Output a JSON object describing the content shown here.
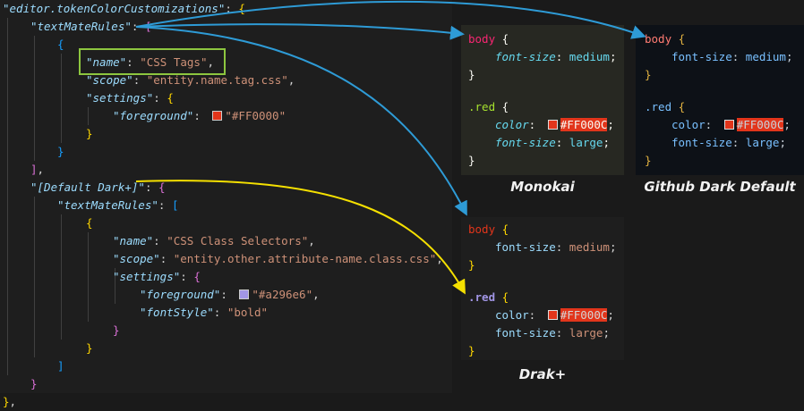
{
  "editor": {
    "line1_key": "\"editor.tokenColorCustomizations\"",
    "line2_key": "\"textMateRules\"",
    "line4_key": "\"name\"",
    "line4_val": "\"CSS Tags\"",
    "line5_key": "\"scope\"",
    "line5_val": "\"entity.name.tag.css\"",
    "line6_key": "\"settings\"",
    "line7_key": "\"foreground\"",
    "line7_val": "\"#FF0000\"",
    "line11_key": "\"[Default Dark+]\"",
    "line12_key": "\"textMateRules\"",
    "line14_key": "\"name\"",
    "line14_val": "\"CSS Class Selectors\"",
    "line15_key": "\"scope\"",
    "line15_val": "\"entity.other.attribute-name.class.css\"",
    "line16_key": "\"settings\"",
    "line17_key": "\"foreground\"",
    "line17_val": "\"#a296e6\"",
    "line18_key": "\"fontStyle\"",
    "line18_val": "\"bold\"",
    "swatch1_color": "#e2351b",
    "swatch2_color": "#a296e6"
  },
  "css_snippet": {
    "selector1": "body",
    "selector2": ".red",
    "prop_font_size": "font-size",
    "val_medium": "medium",
    "prop_color": "color",
    "hex": "#FF000C",
    "val_large": "large",
    "open": "{",
    "close": "}"
  },
  "panels": {
    "monokai": {
      "caption": "Monokai"
    },
    "github": {
      "caption": "Github Dark Default"
    },
    "drak": {
      "caption": "Drak+"
    }
  },
  "colors": {
    "arrow_blue": "#2e9bd6",
    "arrow_yellow": "#f5e000",
    "highlight": "#8dc63f"
  }
}
